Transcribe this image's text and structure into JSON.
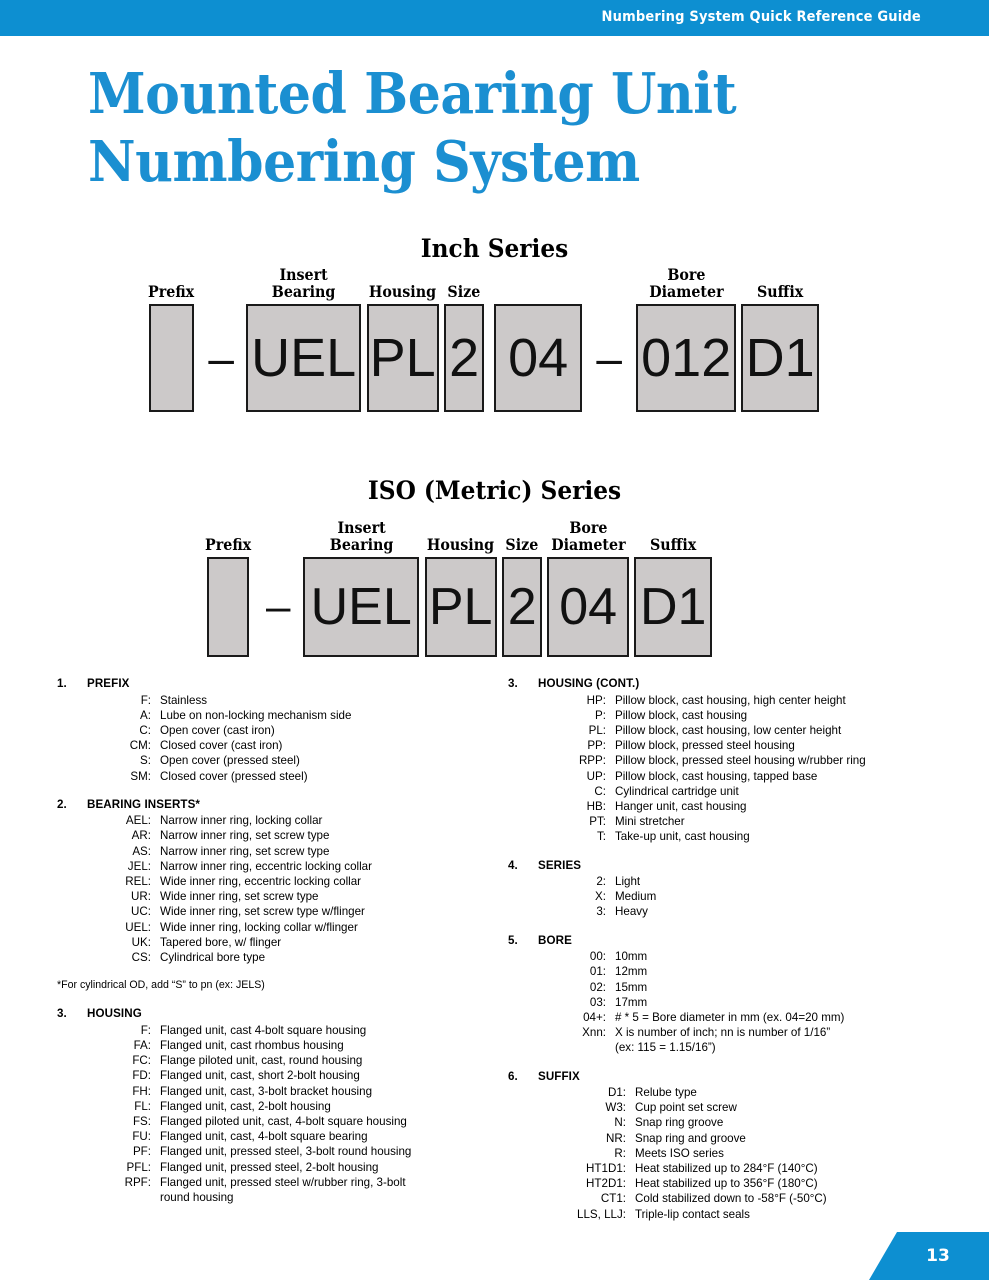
{
  "header": {
    "title": "Numbering System Quick Reference Guide",
    "bar_color": "#0d8fd1"
  },
  "title": {
    "line1": "Mounted Bearing Unit",
    "line2": "Numbering System",
    "color": "#1b8fd1"
  },
  "diagrams": [
    {
      "heading": "Inch Series",
      "slots": [
        {
          "label": "Prefix",
          "value": "",
          "type": "box"
        },
        {
          "label": "",
          "value": "–",
          "type": "dash"
        },
        {
          "label": "Insert\nBearing",
          "value": "UEL",
          "type": "box"
        },
        {
          "label": "Housing",
          "value": "PL",
          "type": "box"
        },
        {
          "label": "Size",
          "value": "2",
          "type": "box"
        },
        {
          "label": "",
          "value": "04",
          "type": "box"
        },
        {
          "label": "",
          "value": "–",
          "type": "dash"
        },
        {
          "label": "Bore\nDiameter",
          "value": "012",
          "type": "box"
        },
        {
          "label": "Suffix",
          "value": "D1",
          "type": "box"
        }
      ]
    },
    {
      "heading": "ISO (Metric) Series",
      "slots": [
        {
          "label": "Prefix",
          "value": "",
          "type": "box"
        },
        {
          "label": "",
          "value": "–",
          "type": "dash"
        },
        {
          "label": "Insert\nBearing",
          "value": "UEL",
          "type": "box"
        },
        {
          "label": "Housing",
          "value": "PL",
          "type": "box"
        },
        {
          "label": "Size",
          "value": "2",
          "type": "box"
        },
        {
          "label": "Bore\nDiameter",
          "value": "04",
          "type": "box"
        },
        {
          "label": "Suffix",
          "value": "D1",
          "type": "box"
        }
      ]
    }
  ],
  "legend": {
    "left": [
      {
        "number": "1.",
        "name": "PREFIX",
        "code_width": 48,
        "rows": [
          {
            "code": "F:",
            "desc": "Stainless"
          },
          {
            "code": "A:",
            "desc": "Lube on non-locking mechanism side"
          },
          {
            "code": "C:",
            "desc": "Open cover (cast iron)"
          },
          {
            "code": "CM:",
            "desc": "Closed cover (cast iron)"
          },
          {
            "code": "S:",
            "desc": "Open cover (pressed steel)"
          },
          {
            "code": "SM:",
            "desc": "Closed cover (pressed steel)"
          }
        ]
      },
      {
        "number": "2.",
        "name": "BEARING INSERTS*",
        "code_width": 48,
        "rows": [
          {
            "code": "AEL:",
            "desc": "Narrow inner ring, locking collar"
          },
          {
            "code": "AR:",
            "desc": "Narrow inner ring, set screw type"
          },
          {
            "code": "AS:",
            "desc": "Narrow inner ring, set screw type"
          },
          {
            "code": "JEL:",
            "desc": "Narrow inner ring, eccentric locking collar"
          },
          {
            "code": "REL:",
            "desc": "Wide inner ring, eccentric locking collar"
          },
          {
            "code": "UR:",
            "desc": "Wide inner ring, set screw type"
          },
          {
            "code": "UC:",
            "desc": "Wide inner ring, set screw type w/flinger"
          },
          {
            "code": "UEL:",
            "desc": "Wide inner ring, locking collar w/flinger"
          },
          {
            "code": "UK:",
            "desc": "Tapered bore,  w/ flinger"
          },
          {
            "code": "CS:",
            "desc": "Cylindrical bore type"
          }
        ],
        "footnote": "*For cylindrical OD, add “S” to pn (ex: JELS)"
      },
      {
        "number": "3.",
        "name": "HOUSING",
        "code_width": 48,
        "rows": [
          {
            "code": "F:",
            "desc": "Flanged unit, cast 4-bolt square housing"
          },
          {
            "code": "FA:",
            "desc": "Flanged unit, cast rhombus housing"
          },
          {
            "code": "FC:",
            "desc": "Flange piloted unit, cast, round housing"
          },
          {
            "code": "FD:",
            "desc": "Flanged unit, cast, short 2-bolt housing"
          },
          {
            "code": "FH:",
            "desc": "Flanged unit, cast, 3-bolt bracket housing"
          },
          {
            "code": "FL:",
            "desc": "Flanged unit, cast, 2-bolt housing"
          },
          {
            "code": "FS:",
            "desc": "Flanged piloted unit, cast, 4-bolt square housing"
          },
          {
            "code": "FU:",
            "desc": "Flanged unit, cast, 4-bolt square bearing"
          },
          {
            "code": "PF:",
            "desc": "Flanged unit, pressed steel, 3-bolt round housing"
          },
          {
            "code": "PFL:",
            "desc": "Flanged unit, pressed steel, 2-bolt housing"
          },
          {
            "code": "RPF:",
            "desc": "Flanged unit, pressed steel w/rubber ring, 3-bolt",
            "desc2": "round housing"
          }
        ]
      }
    ],
    "right": [
      {
        "number": "3.",
        "name": "HOUSING (CONT.)",
        "code_width": 52,
        "rows": [
          {
            "code": "HP:",
            "desc": "Pillow block, cast housing, high center height"
          },
          {
            "code": "P:",
            "desc": "Pillow block, cast housing"
          },
          {
            "code": "PL:",
            "desc": "Pillow block, cast housing, low center height"
          },
          {
            "code": "PP:",
            "desc": "Pillow block, pressed steel housing"
          },
          {
            "code": "RPP:",
            "desc": "Pillow block, pressed steel housing w/rubber ring"
          },
          {
            "code": "UP:",
            "desc": "Pillow block, cast housing, tapped base"
          },
          {
            "code": "C:",
            "desc": "Cylindrical cartridge unit"
          },
          {
            "code": "HB:",
            "desc": "Hanger unit, cast housing"
          },
          {
            "code": "PT:",
            "desc": "Mini stretcher"
          },
          {
            "code": "T:",
            "desc": "Take-up unit, cast housing"
          }
        ]
      },
      {
        "number": "4.",
        "name": "SERIES",
        "code_width": 52,
        "rows": [
          {
            "code": "2:",
            "desc": "Light"
          },
          {
            "code": "X:",
            "desc": "Medium"
          },
          {
            "code": "3:",
            "desc": "Heavy"
          }
        ]
      },
      {
        "number": "5.",
        "name": "BORE",
        "code_width": 52,
        "rows": [
          {
            "code": "00:",
            "desc": "10mm"
          },
          {
            "code": "01:",
            "desc": "12mm"
          },
          {
            "code": "02:",
            "desc": "15mm"
          },
          {
            "code": "03:",
            "desc": "17mm"
          },
          {
            "code": "04+:",
            "desc": "# * 5 = Bore diameter in mm (ex. 04=20 mm)"
          },
          {
            "code": "Xnn:",
            "desc": "X is number of inch; nn is number of 1/16”",
            "desc2": "(ex: 115 = 1.15/16”)"
          }
        ]
      },
      {
        "number": "6.",
        "name": "SUFFIX",
        "code_width": 72,
        "rows": [
          {
            "code": "D1:",
            "desc": "Relube type"
          },
          {
            "code": "W3:",
            "desc": "Cup point set screw"
          },
          {
            "code": "N:",
            "desc": "Snap ring groove"
          },
          {
            "code": "NR:",
            "desc": "Snap ring and groove"
          },
          {
            "code": "R:",
            "desc": "Meets ISO series"
          },
          {
            "code": "HT1D1:",
            "desc": "Heat stabilized up to 284°F (140°C)"
          },
          {
            "code": "HT2D1:",
            "desc": "Heat stabilized up to 356°F (180°C)"
          },
          {
            "code": "CT1:",
            "desc": "Cold stabilized down to -58°F (-50°C)"
          },
          {
            "code": "LLS, LLJ:",
            "desc": "Triple-lip contact seals"
          }
        ]
      }
    ]
  },
  "footer": {
    "page_number": "13",
    "color": "#0d8fd1"
  }
}
